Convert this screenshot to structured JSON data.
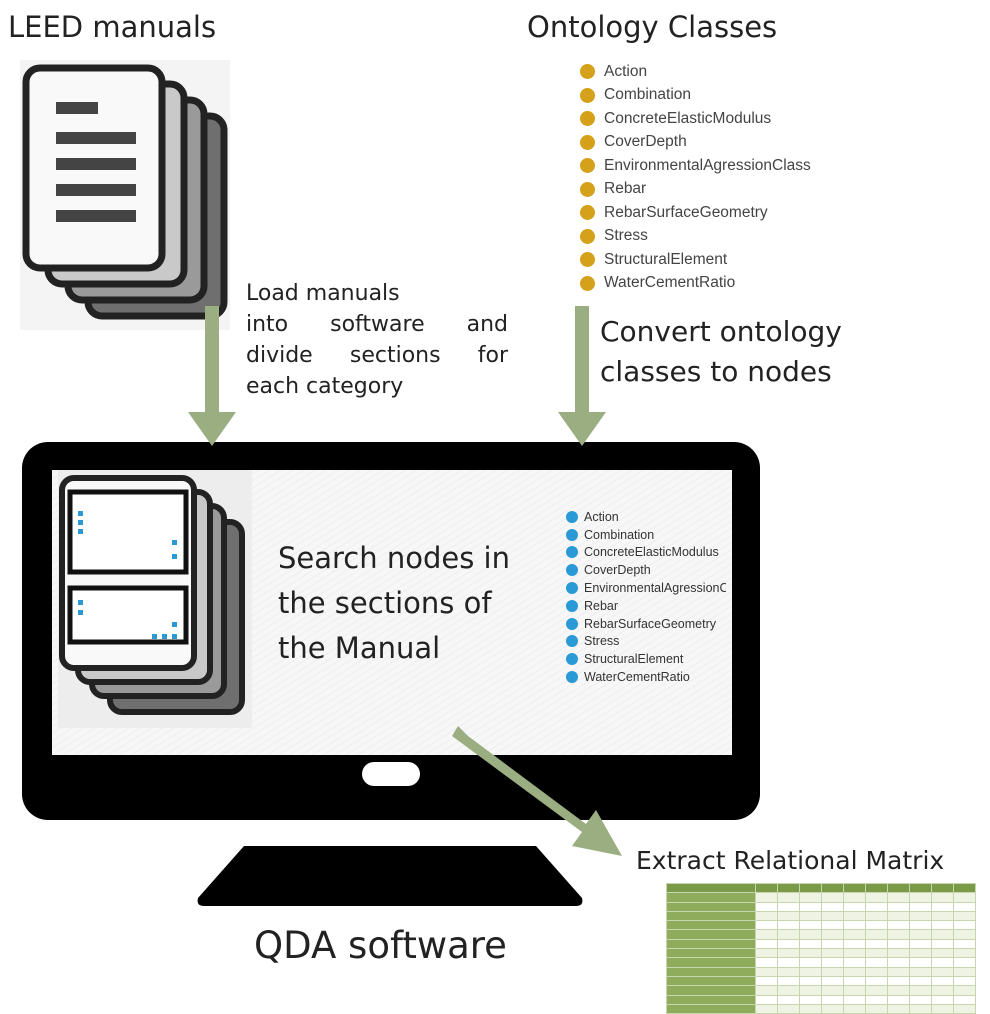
{
  "headings": {
    "leed_manuals": "LEED manuals",
    "ontology_classes": "Ontology Classes",
    "extract_matrix": "Extract Relational Matrix",
    "qda_software": "QDA software"
  },
  "captions": {
    "load_manuals": [
      "Load manuals",
      "into software and",
      "divide sections for",
      "each category"
    ],
    "convert_ontology": [
      "Convert ontology",
      "classes to nodes"
    ],
    "search_nodes": [
      "Search nodes in",
      "the sections of",
      "the Manual"
    ]
  },
  "ontology_classes": [
    "Action",
    "Combination",
    "ConcreteElasticModulus",
    "CoverDepth",
    "EnvironmentalAgressionClass",
    "Rebar",
    "RebarSurfaceGeometry",
    "Stress",
    "StructuralElement",
    "WaterCementRatio"
  ],
  "nodes": [
    "Action",
    "Combination",
    "ConcreteElasticModulus",
    "CoverDepth",
    "EnvironmentalAgressionClass",
    "Rebar",
    "RebarSurfaceGeometry",
    "Stress",
    "StructuralElement",
    "WaterCementRatio"
  ],
  "colors": {
    "arrow": "#9aae82",
    "ontology_dot": "#d6a11a",
    "node_dot": "#2a9ad6",
    "matrix_header": "#7a9a47"
  },
  "icons": {
    "manual_stack": "document-stack-icon",
    "section_stack": "section-cards-icon",
    "monitor": "monitor-icon"
  }
}
